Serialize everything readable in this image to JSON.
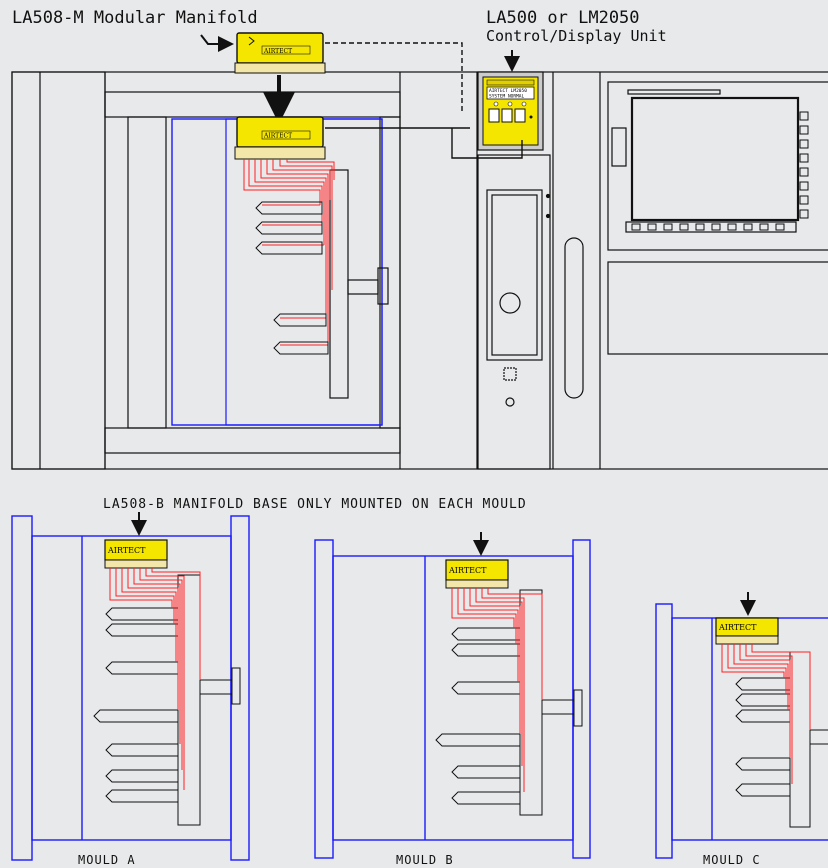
{
  "labels": {
    "manifold_title": "LA508-M Modular Manifold",
    "control_title_line1": "LA500 or LM2050",
    "control_title_line2": "Control/Display Unit",
    "base_caption": "LA508-B MANIFOLD BASE ONLY MOUNTED ON EACH MOULD",
    "mould_a": "MOULD A",
    "mould_b": "MOULD B",
    "mould_c": "MOULD C"
  },
  "brand": "AIRTECT",
  "control_unit_screen": [
    "AIRTECT LM2050",
    "SYSTEM NORMAL"
  ],
  "colors": {
    "background": "#e8e9ea",
    "outline": "#111111",
    "mould_frame": "#1a1aff",
    "air_line": "#ff2020",
    "manifold_body": "#f5e600",
    "manifold_base": "#f2e6a8"
  },
  "icons": [
    "down-arrow-icon",
    "bent-arrow-icon",
    "stop-button-icon",
    "vent-grille-icon"
  ]
}
